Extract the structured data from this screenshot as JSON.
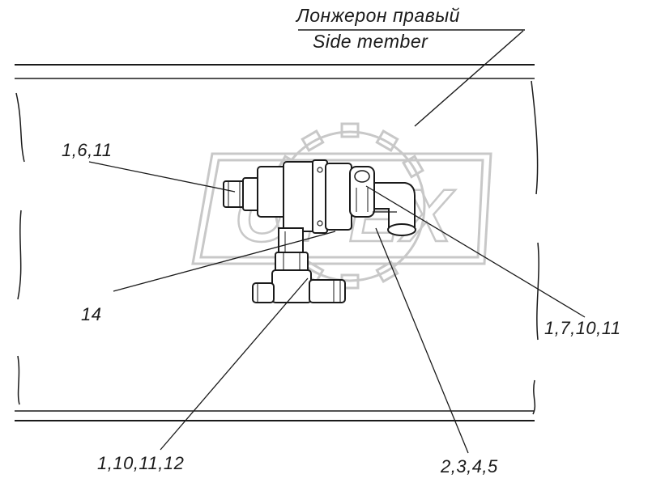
{
  "title": {
    "russian": "Лонжерон правый",
    "english": "Side member"
  },
  "callouts": [
    {
      "id": "c1",
      "text": "1,6,11"
    },
    {
      "id": "c2",
      "text": "14"
    },
    {
      "id": "c3",
      "text": "1,7,10,11"
    },
    {
      "id": "c4",
      "text": "1,10,11,12"
    },
    {
      "id": "c5",
      "text": "2,3,4,5"
    }
  ],
  "watermark": {
    "text": "OPEX"
  },
  "colors": {
    "line": "#1a1a1a",
    "watermark": "#c8c8c8"
  }
}
